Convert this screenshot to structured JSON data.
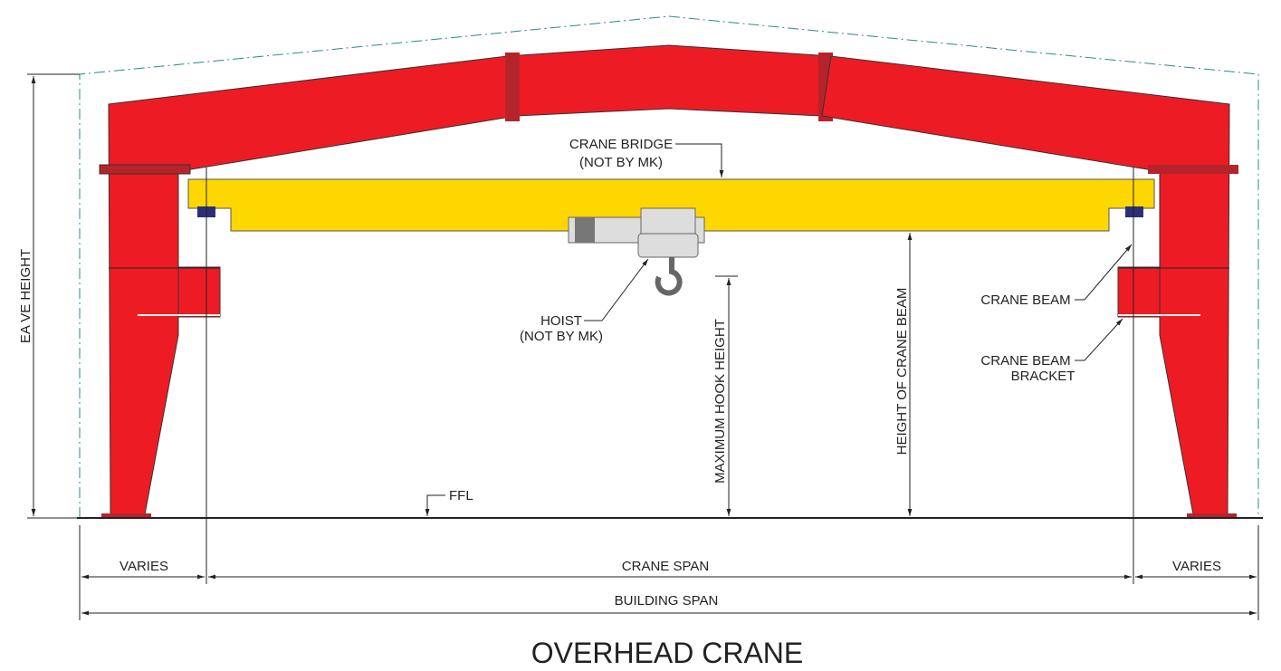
{
  "labels": {
    "crane_bridge": "CRANE BRIDGE",
    "crane_bridge_note": "(NOT BY MK)",
    "hoist": "HOIST",
    "hoist_note": "(NOT BY MK)",
    "crane_beam": "CRANE BEAM",
    "crane_beam_bracket_1": "CRANE BEAM",
    "crane_beam_bracket_2": "BRACKET",
    "ffl": "FFL",
    "eave_height": "EA VE HEIGHT",
    "max_hook_height": "MAXIMUM HOOK HEIGHT",
    "height_crane_beam": "HEIGHT OF CRANE BEAM",
    "varies_left": "VARIES",
    "crane_span": "CRANE SPAN",
    "varies_right": "VARIES",
    "building_span": "BUILDING SPAN"
  },
  "title": "OVERHEAD CRANE",
  "colors": {
    "frame": "#ed1c24",
    "bridge": "#ffd700",
    "envelope": "#2a8a8a"
  }
}
